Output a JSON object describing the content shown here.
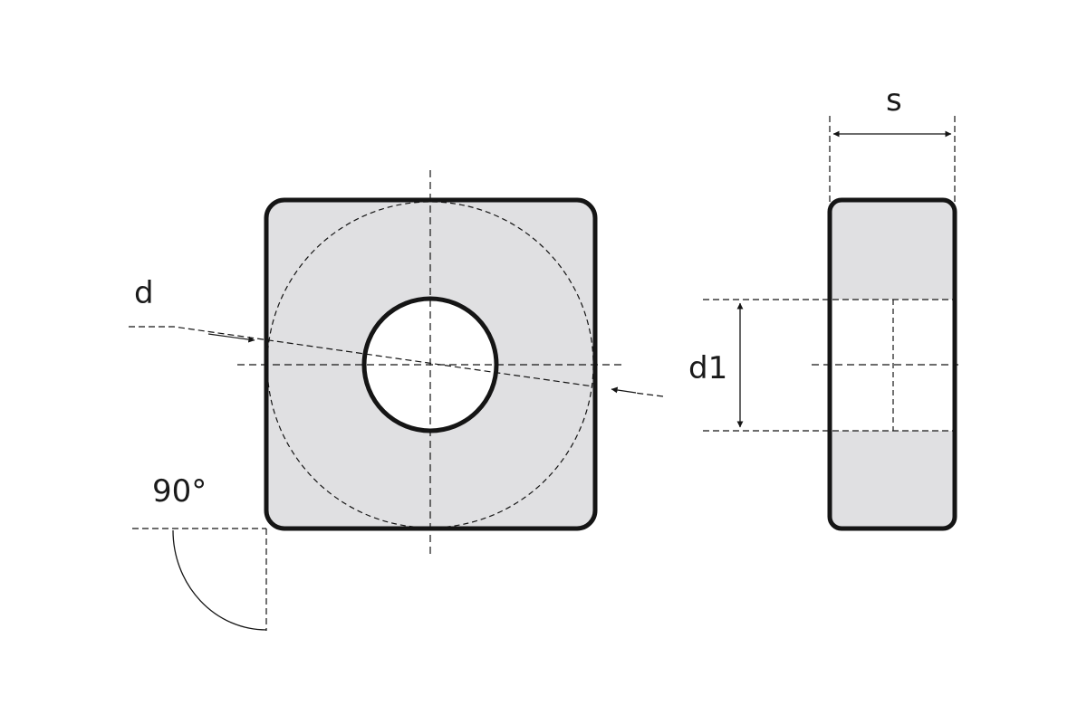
{
  "labels": {
    "s": "s",
    "d": "d",
    "d1": "d1",
    "angle": "90°"
  },
  "colors": {
    "fill": "#e0e0e2",
    "stroke": "#151515",
    "background": "#ffffff"
  }
}
